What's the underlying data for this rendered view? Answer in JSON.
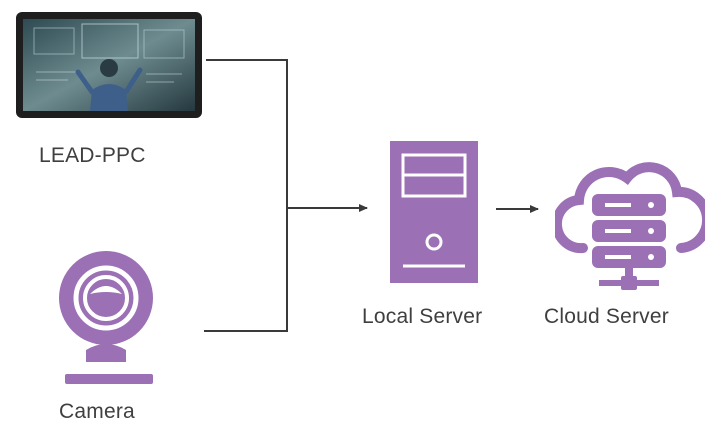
{
  "nodes": {
    "lead_ppc": {
      "label": "LEAD-PPC"
    },
    "camera": {
      "label": "Camera"
    },
    "local_server": {
      "label": "Local Server"
    },
    "cloud_server": {
      "label": "Cloud Server"
    }
  },
  "colors": {
    "accent": "#9b70b5",
    "line": "#3a3a3a",
    "text": "#3f3f3f",
    "tablet_frame": "#1e1e1e",
    "tablet_screen": "#4a6a70"
  },
  "icons": {
    "lead_ppc": "tablet-icon",
    "camera": "webcam-icon",
    "local_server": "server-tower-icon",
    "cloud_server": "cloud-server-icon"
  }
}
